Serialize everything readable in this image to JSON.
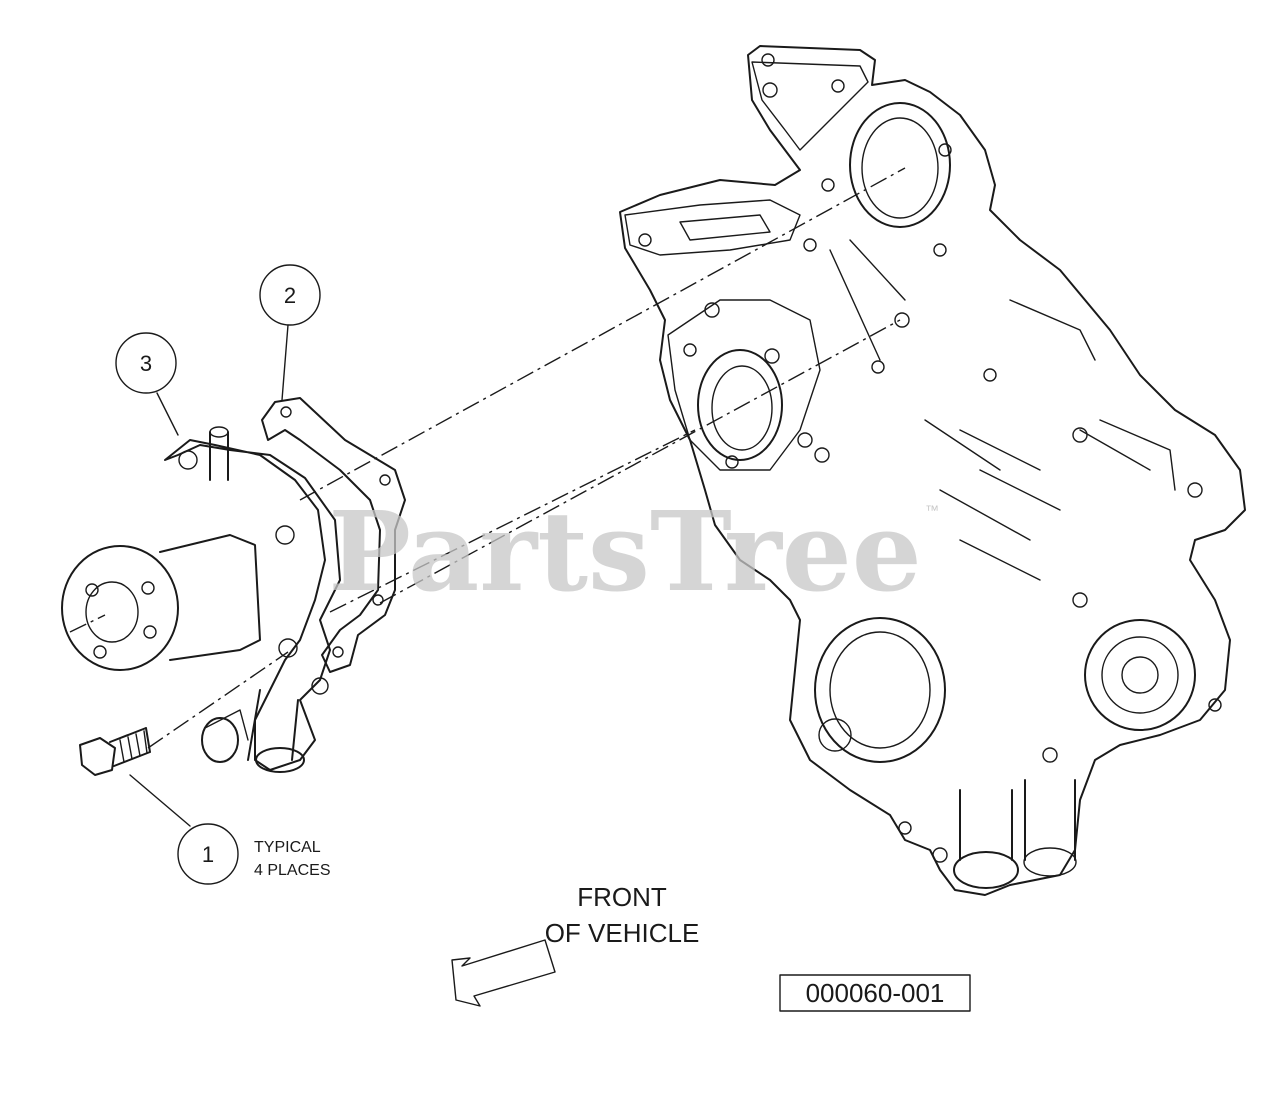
{
  "diagram": {
    "watermark": "PartsTree",
    "watermark_mark": "™",
    "callouts": [
      {
        "number": "1"
      },
      {
        "number": "2"
      },
      {
        "number": "3"
      }
    ],
    "note_line1": "TYPICAL",
    "note_line2": "4 PLACES",
    "front_line1": "FRONT",
    "front_line2": "OF VEHICLE",
    "reference_number": "000060-001"
  }
}
